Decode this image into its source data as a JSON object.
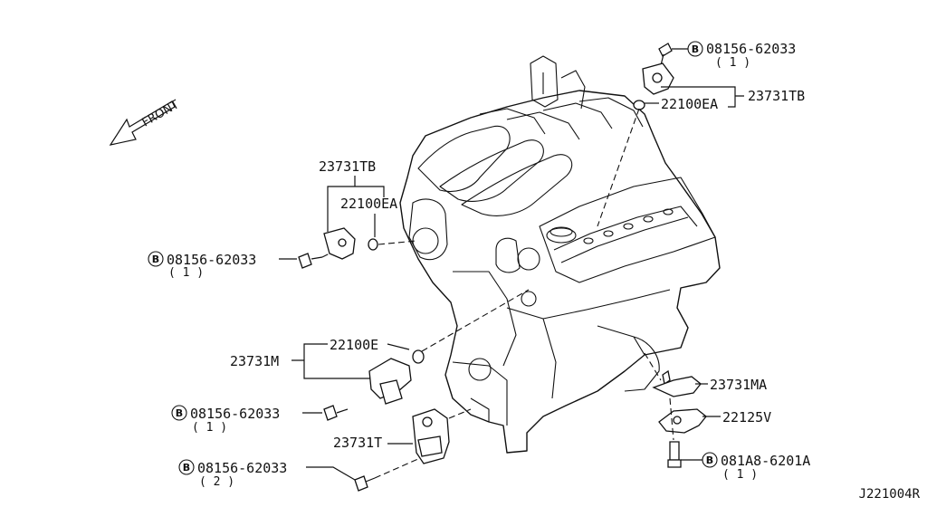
{
  "front_label": "FRONT",
  "drawing_code": "J221004R",
  "bolt_marker": "B",
  "labels": {
    "top_bolt_part": "08156-62033",
    "top_bolt_qty": "( 1 )",
    "top_sensor_seal": "22100EA",
    "top_sensor_assy": "23731TB",
    "mid_sensor_assy": "23731TB",
    "mid_sensor_seal": "22100EA",
    "mid_bolt_part": "08156-62033",
    "mid_bolt_qty": "( 1 )",
    "cam_sensor_assy": "23731M",
    "cam_sensor_seal": "22100E",
    "cam_bolt_part": "08156-62033",
    "cam_bolt_qty": "( 1 )",
    "lower_sensor": "23731T",
    "lower_bolt_part": "08156-62033",
    "lower_bolt_qty": "( 2 )",
    "crank_sensor": "23731MA",
    "bracket": "22125V",
    "crank_bolt_part": "081A8-6201A",
    "crank_bolt_qty": "( 1 )"
  }
}
